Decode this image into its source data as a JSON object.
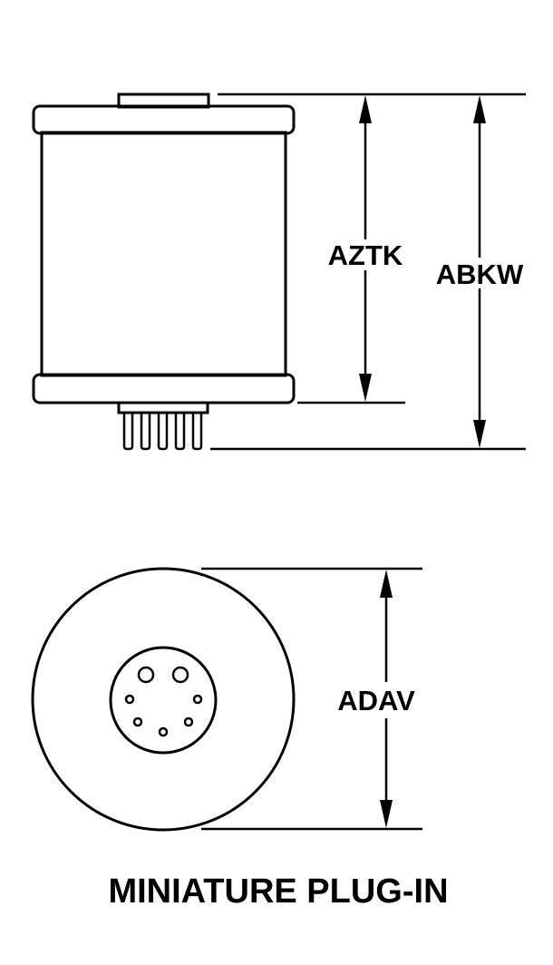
{
  "diagram": {
    "caption": "MINIATURE PLUG-IN",
    "side_view": {
      "inner_dimension_label": "AZTK",
      "outer_dimension_label": "ABKW",
      "pin_count": 5
    },
    "bottom_view": {
      "diameter_label": "ADAV",
      "large_holes": 2,
      "small_holes": 5
    },
    "colors": {
      "line": "#000000",
      "background": "#ffffff"
    }
  }
}
